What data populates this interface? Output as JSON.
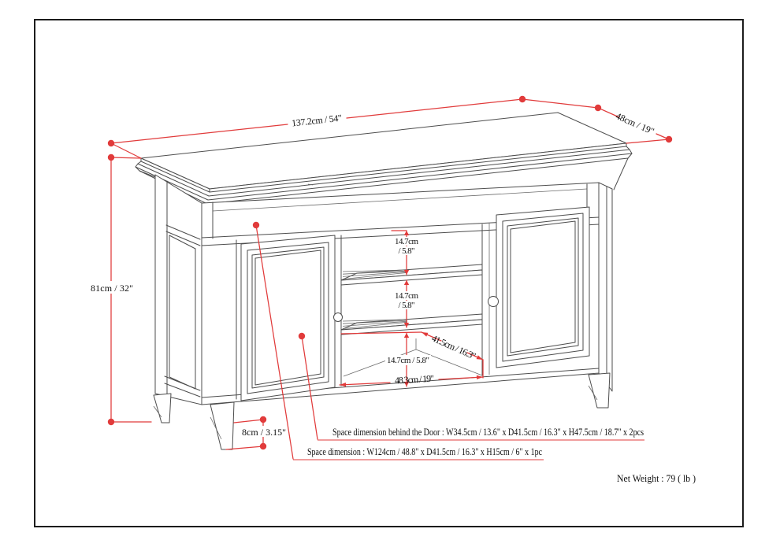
{
  "page": {
    "background": "#ffffff",
    "border_color": "#1c1c1c"
  },
  "colors": {
    "annotation_red": "#e13b3b",
    "line_gray": "#4d4d4d"
  },
  "diagram": {
    "subject": "TV stand dimension drawing",
    "dimensions": {
      "overall_width": "137.2cm / 54\"",
      "overall_depth": "48cm / 19\"",
      "overall_height": "81cm / 32\"",
      "shelf_space_1_cm": "14.7cm",
      "shelf_space_1_in": "/ 5.8\"",
      "shelf_space_2_cm": "14.7cm",
      "shelf_space_2_in": "/ 5.8\"",
      "shelf_space_3": "14.7cm / 5.8\"",
      "center_opening_depth": "41.5cm / 16.3\"",
      "center_opening_width": "48.3cm / 19\"",
      "leg_height": "8cm / 3.15\""
    },
    "notes": {
      "behind_door": "Space dimension behind the Door  : W34.5cm / 13.6\" x D41.5cm / 16.3\" x H47.5cm / 18.7\" x 2pcs",
      "open_space": "Space dimension : W124cm / 48.8\" x D41.5cm / 16.3\" x H15cm / 6\" x 1pc",
      "net_weight": "Net Weight : 79 ( lb )"
    }
  }
}
